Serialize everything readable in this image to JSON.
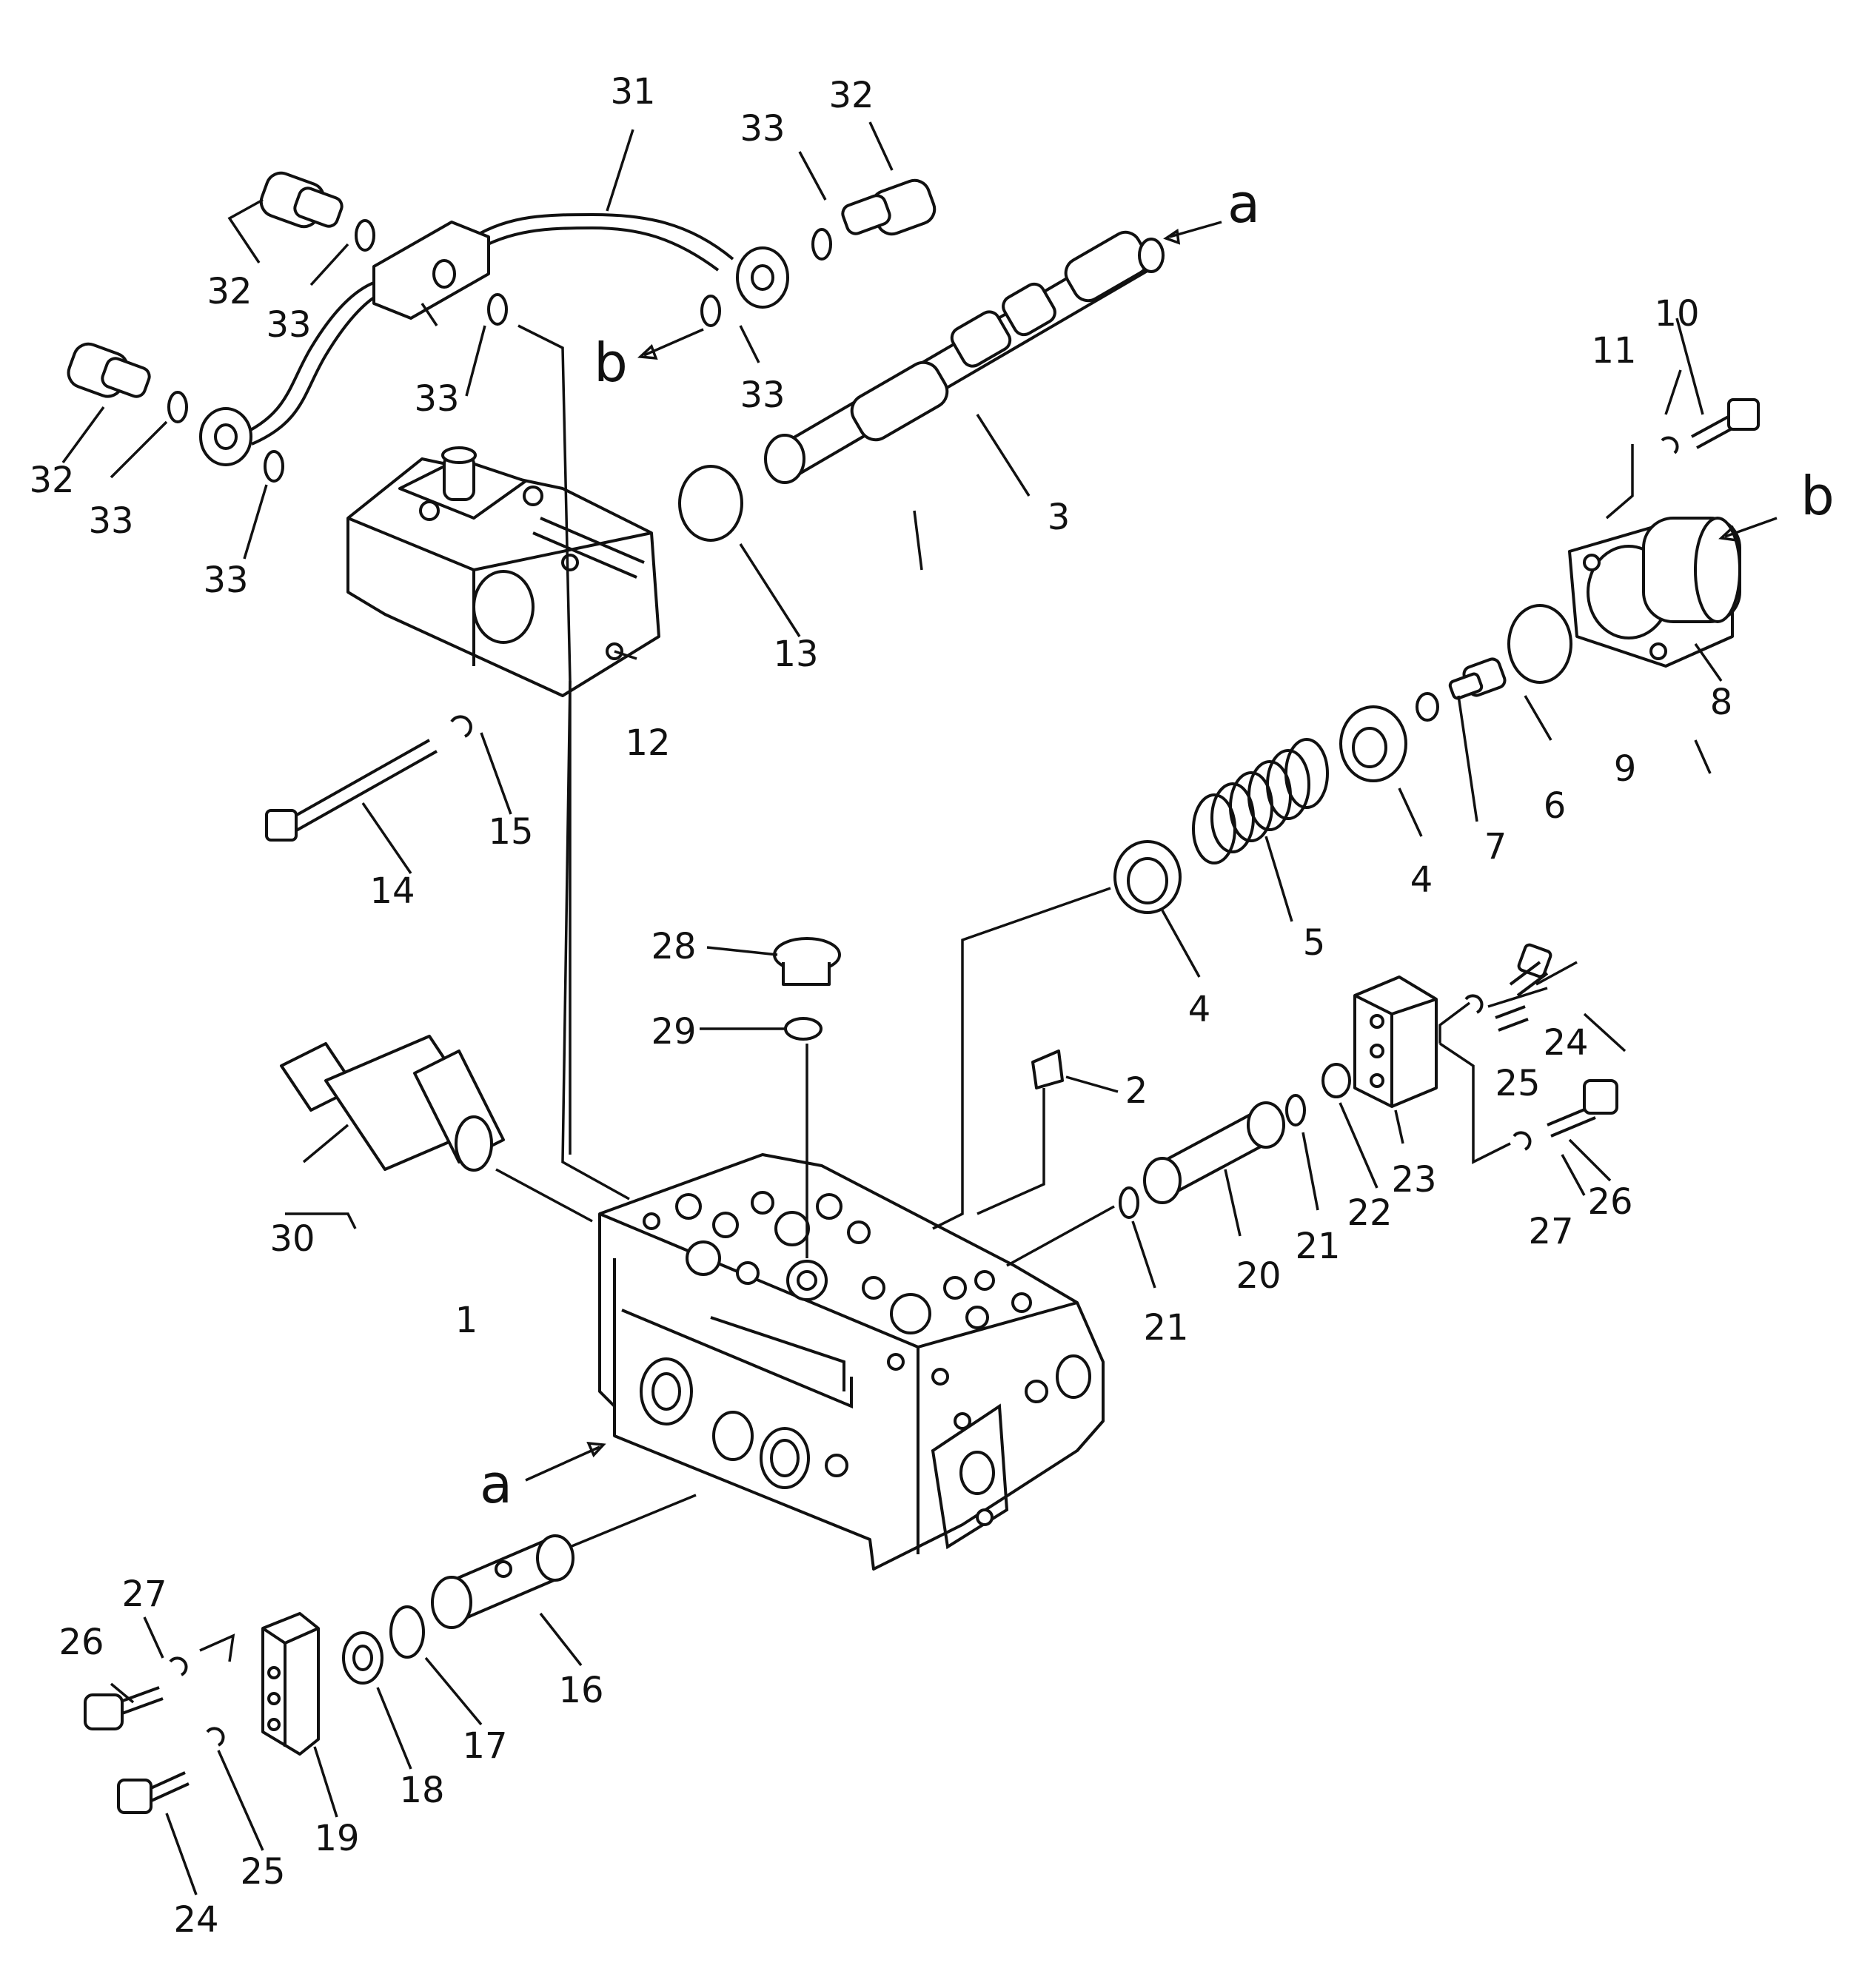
{
  "diagram": {
    "callouts": {
      "p1": "1",
      "p2": "2",
      "p3": "3",
      "p4a": "4",
      "p4b": "4",
      "p5": "5",
      "p6": "6",
      "p7": "7",
      "p8": "8",
      "p9": "9",
      "p10": "10",
      "p11": "11",
      "p12": "12",
      "p13": "13",
      "p14": "14",
      "p15": "15",
      "p16": "16",
      "p17": "17",
      "p18": "18",
      "p19": "19",
      "p20": "20",
      "p21a": "21",
      "p21b": "21",
      "p22": "22",
      "p23": "23",
      "p24a": "24",
      "p24b": "24",
      "p25a": "25",
      "p25b": "25",
      "p26a": "26",
      "p26b": "26",
      "p27a": "27",
      "p27b": "27",
      "p28": "28",
      "p29": "29",
      "p30": "30",
      "p31": "31",
      "p32a": "32",
      "p32b": "32",
      "p32c": "32",
      "p33a": "33",
      "p33b": "33",
      "p33c": "33",
      "p33d": "33",
      "p33e": "33",
      "p33f": "33"
    },
    "refs": {
      "a_top": "a",
      "a_bottom": "a",
      "b_left": "b",
      "b_right": "b"
    }
  }
}
